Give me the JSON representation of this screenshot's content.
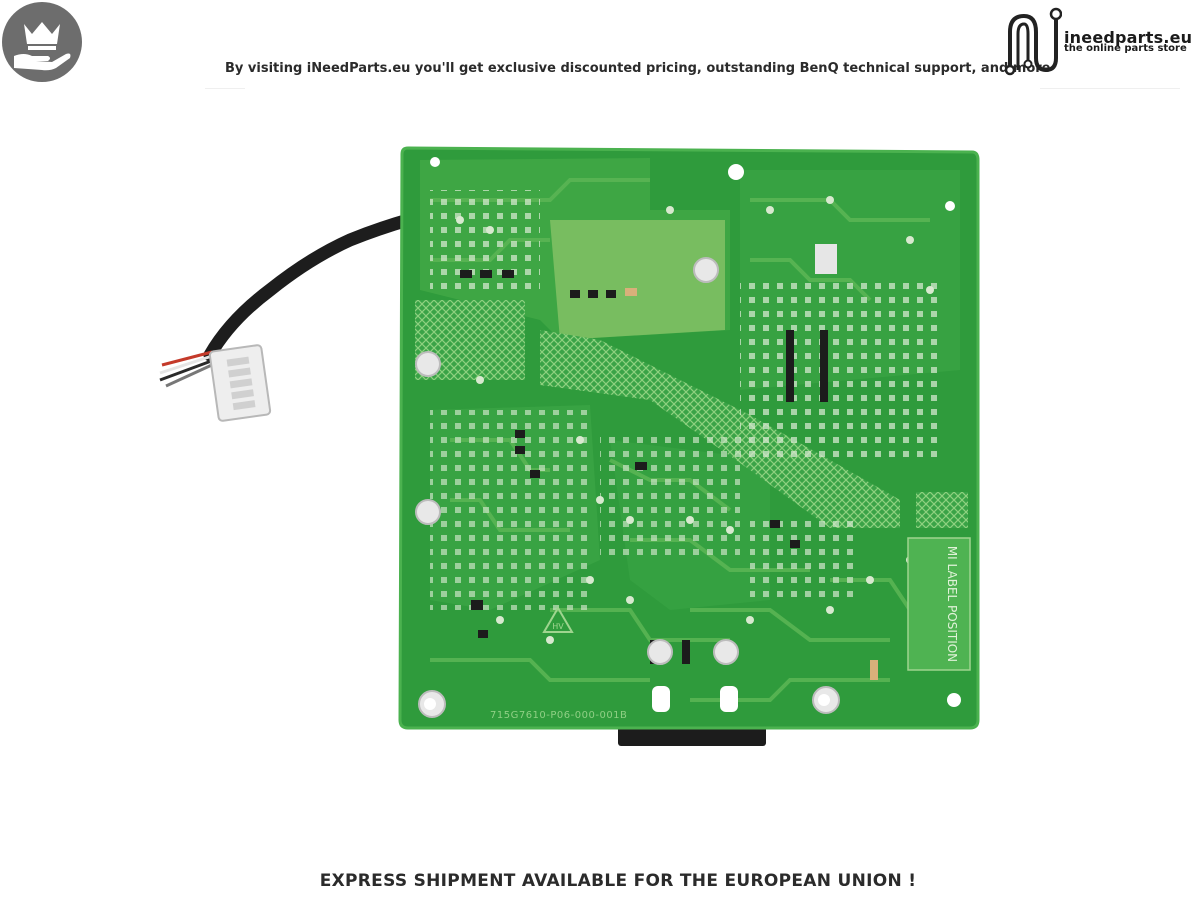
{
  "header": {
    "tagline": "By visiting iNeedParts.eu you'll get exclusive discounted pricing, outstanding BenQ technical support, and more",
    "brand_name": "ineedparts.eu",
    "brand_subtitle": "the online parts store"
  },
  "product_image": {
    "silkscreen_board_code": "715G7610-P06-000-001B",
    "label_area_text": "MI LABEL POSITION",
    "hv_mark": "HV"
  },
  "footer": {
    "notice": "EXPRESS SHIPMENT AVAILABLE FOR THE EUROPEAN UNION !"
  },
  "colors": {
    "board_green": "#2f9b3c",
    "trace_green": "#5ab554",
    "text_dark": "#2b2b2b",
    "badge_grey": "#6d6d6d"
  }
}
